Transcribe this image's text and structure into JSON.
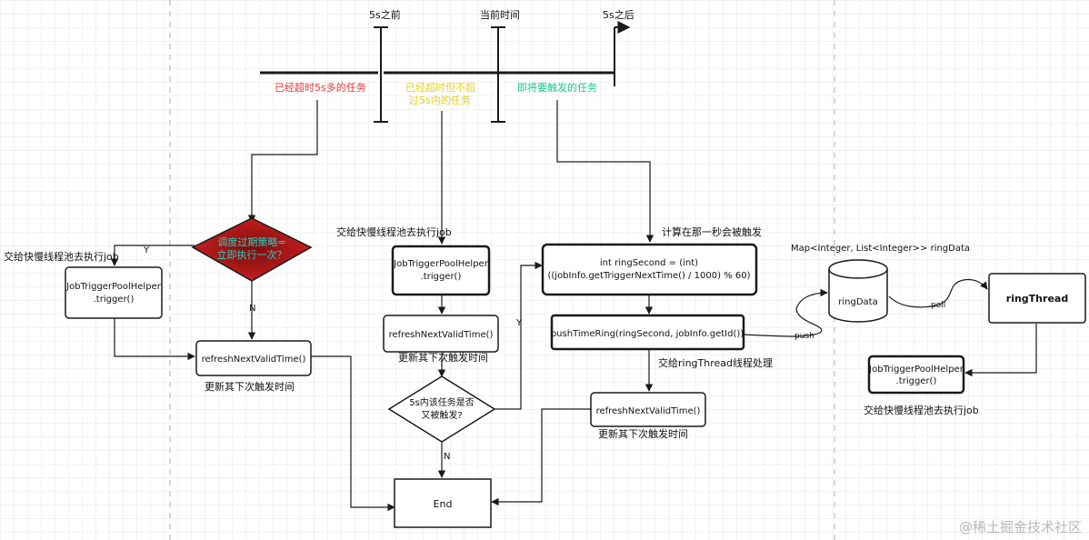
{
  "timeline": {
    "before_label": "5s之前",
    "now_label": "当前时间",
    "after_label": "5s之后",
    "zone_overdue_label": "已经超时5s多的任务",
    "zone_recent_label_1": "已经超时但不超",
    "zone_recent_label_2": "过5s内的任务",
    "zone_upcoming_label": "即将要触发的任务"
  },
  "left_branch": {
    "decision_line1": "调度过期策略=",
    "decision_line2": "立即执行一次？",
    "yes_label": "Y",
    "no_label": "N",
    "handoff_note": "交给快慢线程池去执行job",
    "trigger_line1": "JobTriggerPoolHelper",
    "trigger_line2": ".trigger()",
    "refresh_label": "refreshNextValidTime()",
    "refresh_note": "更新其下次触发时间"
  },
  "middle_branch": {
    "handoff_note": "交给快慢线程池去执行job",
    "trigger_line1": "JobTriggerPoolHelper",
    "trigger_line2": ".trigger()",
    "refresh_label": "refreshNextValidTime()",
    "refresh_note": "更新其下次触发时间",
    "decision_line1": "5s内该任务是否",
    "decision_line2": "又被触发?",
    "yes_label": "Y",
    "no_label": "N"
  },
  "right_branch": {
    "compute_note": "计算在那一秒会被触发",
    "compute_line1": "int ringSecond = (int)",
    "compute_line2": "((jobInfo.getTriggerNextTime() / 1000) % 60)",
    "push_label": "pushTimeRing(ringSecond, jobInfo.getId())",
    "handoff_note": "交给ringThread线程处理",
    "refresh_label": "refreshNextValidTime()",
    "refresh_note": "更新其下次触发时间"
  },
  "ring": {
    "map_label": "Map<Integer, List<Integer>> ringData",
    "store_label": "ringData",
    "thread_label": "ringThread",
    "push_edge_label": "push",
    "poll_edge_label": "poll",
    "trigger_line1": "JobTriggerPoolHelper",
    "trigger_line2": ".trigger()",
    "handoff_note": "交给快慢线程池去执行job"
  },
  "end_label": "End",
  "watermark": "@稀土掘金技术社区",
  "colors": {
    "overdue": "#e53935",
    "recent": "#e6d21a",
    "upcoming": "#1cc68a",
    "decision_fill": "#c81e1e",
    "decision_text": "#2ad2c4",
    "stroke": "#1a1a1a"
  }
}
